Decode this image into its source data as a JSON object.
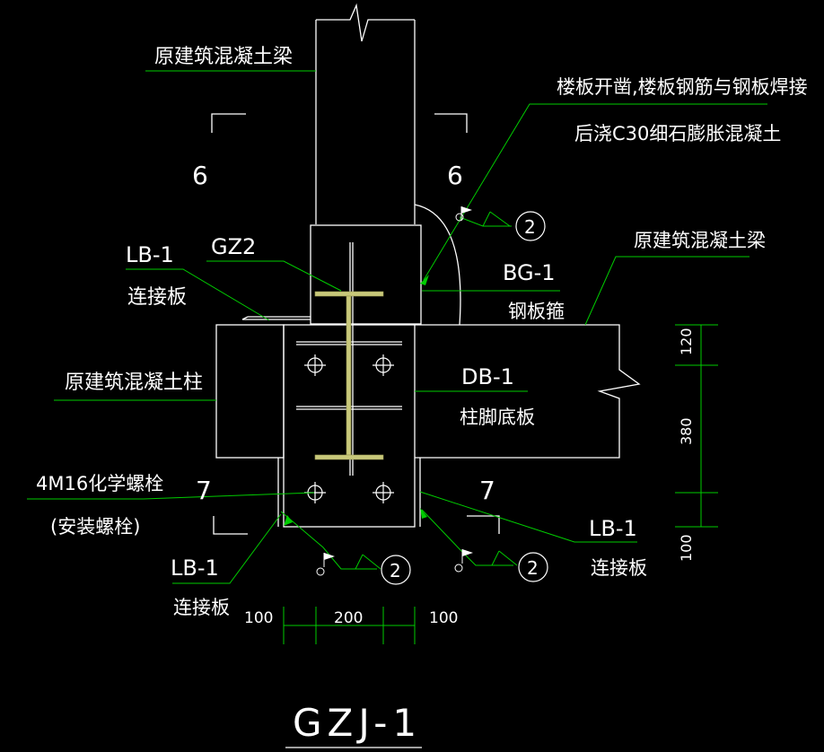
{
  "labels": {
    "orig_beam_top": "原建筑混凝土梁",
    "slab_note_1": "楼板开凿,楼板钢筋与钢板焊接",
    "slab_note_2": "后浇C30细石膨胀混凝土",
    "section_6_left": "6",
    "section_6_right": "6",
    "weld_2_top": "2",
    "orig_beam_right": "原建筑混凝土梁",
    "lb1_top_left": "LB-1",
    "lb1_top_left_sub": "连接板",
    "gz2": "GZ2",
    "bg1": "BG-1",
    "bg1_sub": "钢板箍",
    "orig_column": "原建筑混凝土柱",
    "db1": "DB-1",
    "db1_sub": "柱脚底板",
    "bolts": "4M16化学螺栓",
    "bolts_sub": "(安装螺栓)",
    "section_7_left": "7",
    "section_7_right": "7",
    "lb1_bottom_left": "LB-1",
    "lb1_bottom_left_sub": "连接板",
    "lb1_bottom_right": "LB-1",
    "lb1_bottom_right_sub": "连接板",
    "weld_2_bl": "2",
    "weld_2_br": "2",
    "dim_100_left": "100",
    "dim_200": "200",
    "dim_100_right": "100",
    "dim_120": "120",
    "dim_380": "380",
    "dim_100_vert": "100",
    "title": "GZJ-1"
  },
  "colors": {
    "background": "#000000",
    "outline": "#ffffff",
    "leader": "#00cc00",
    "steel": "#c8c87a",
    "text": "#ffffff"
  }
}
